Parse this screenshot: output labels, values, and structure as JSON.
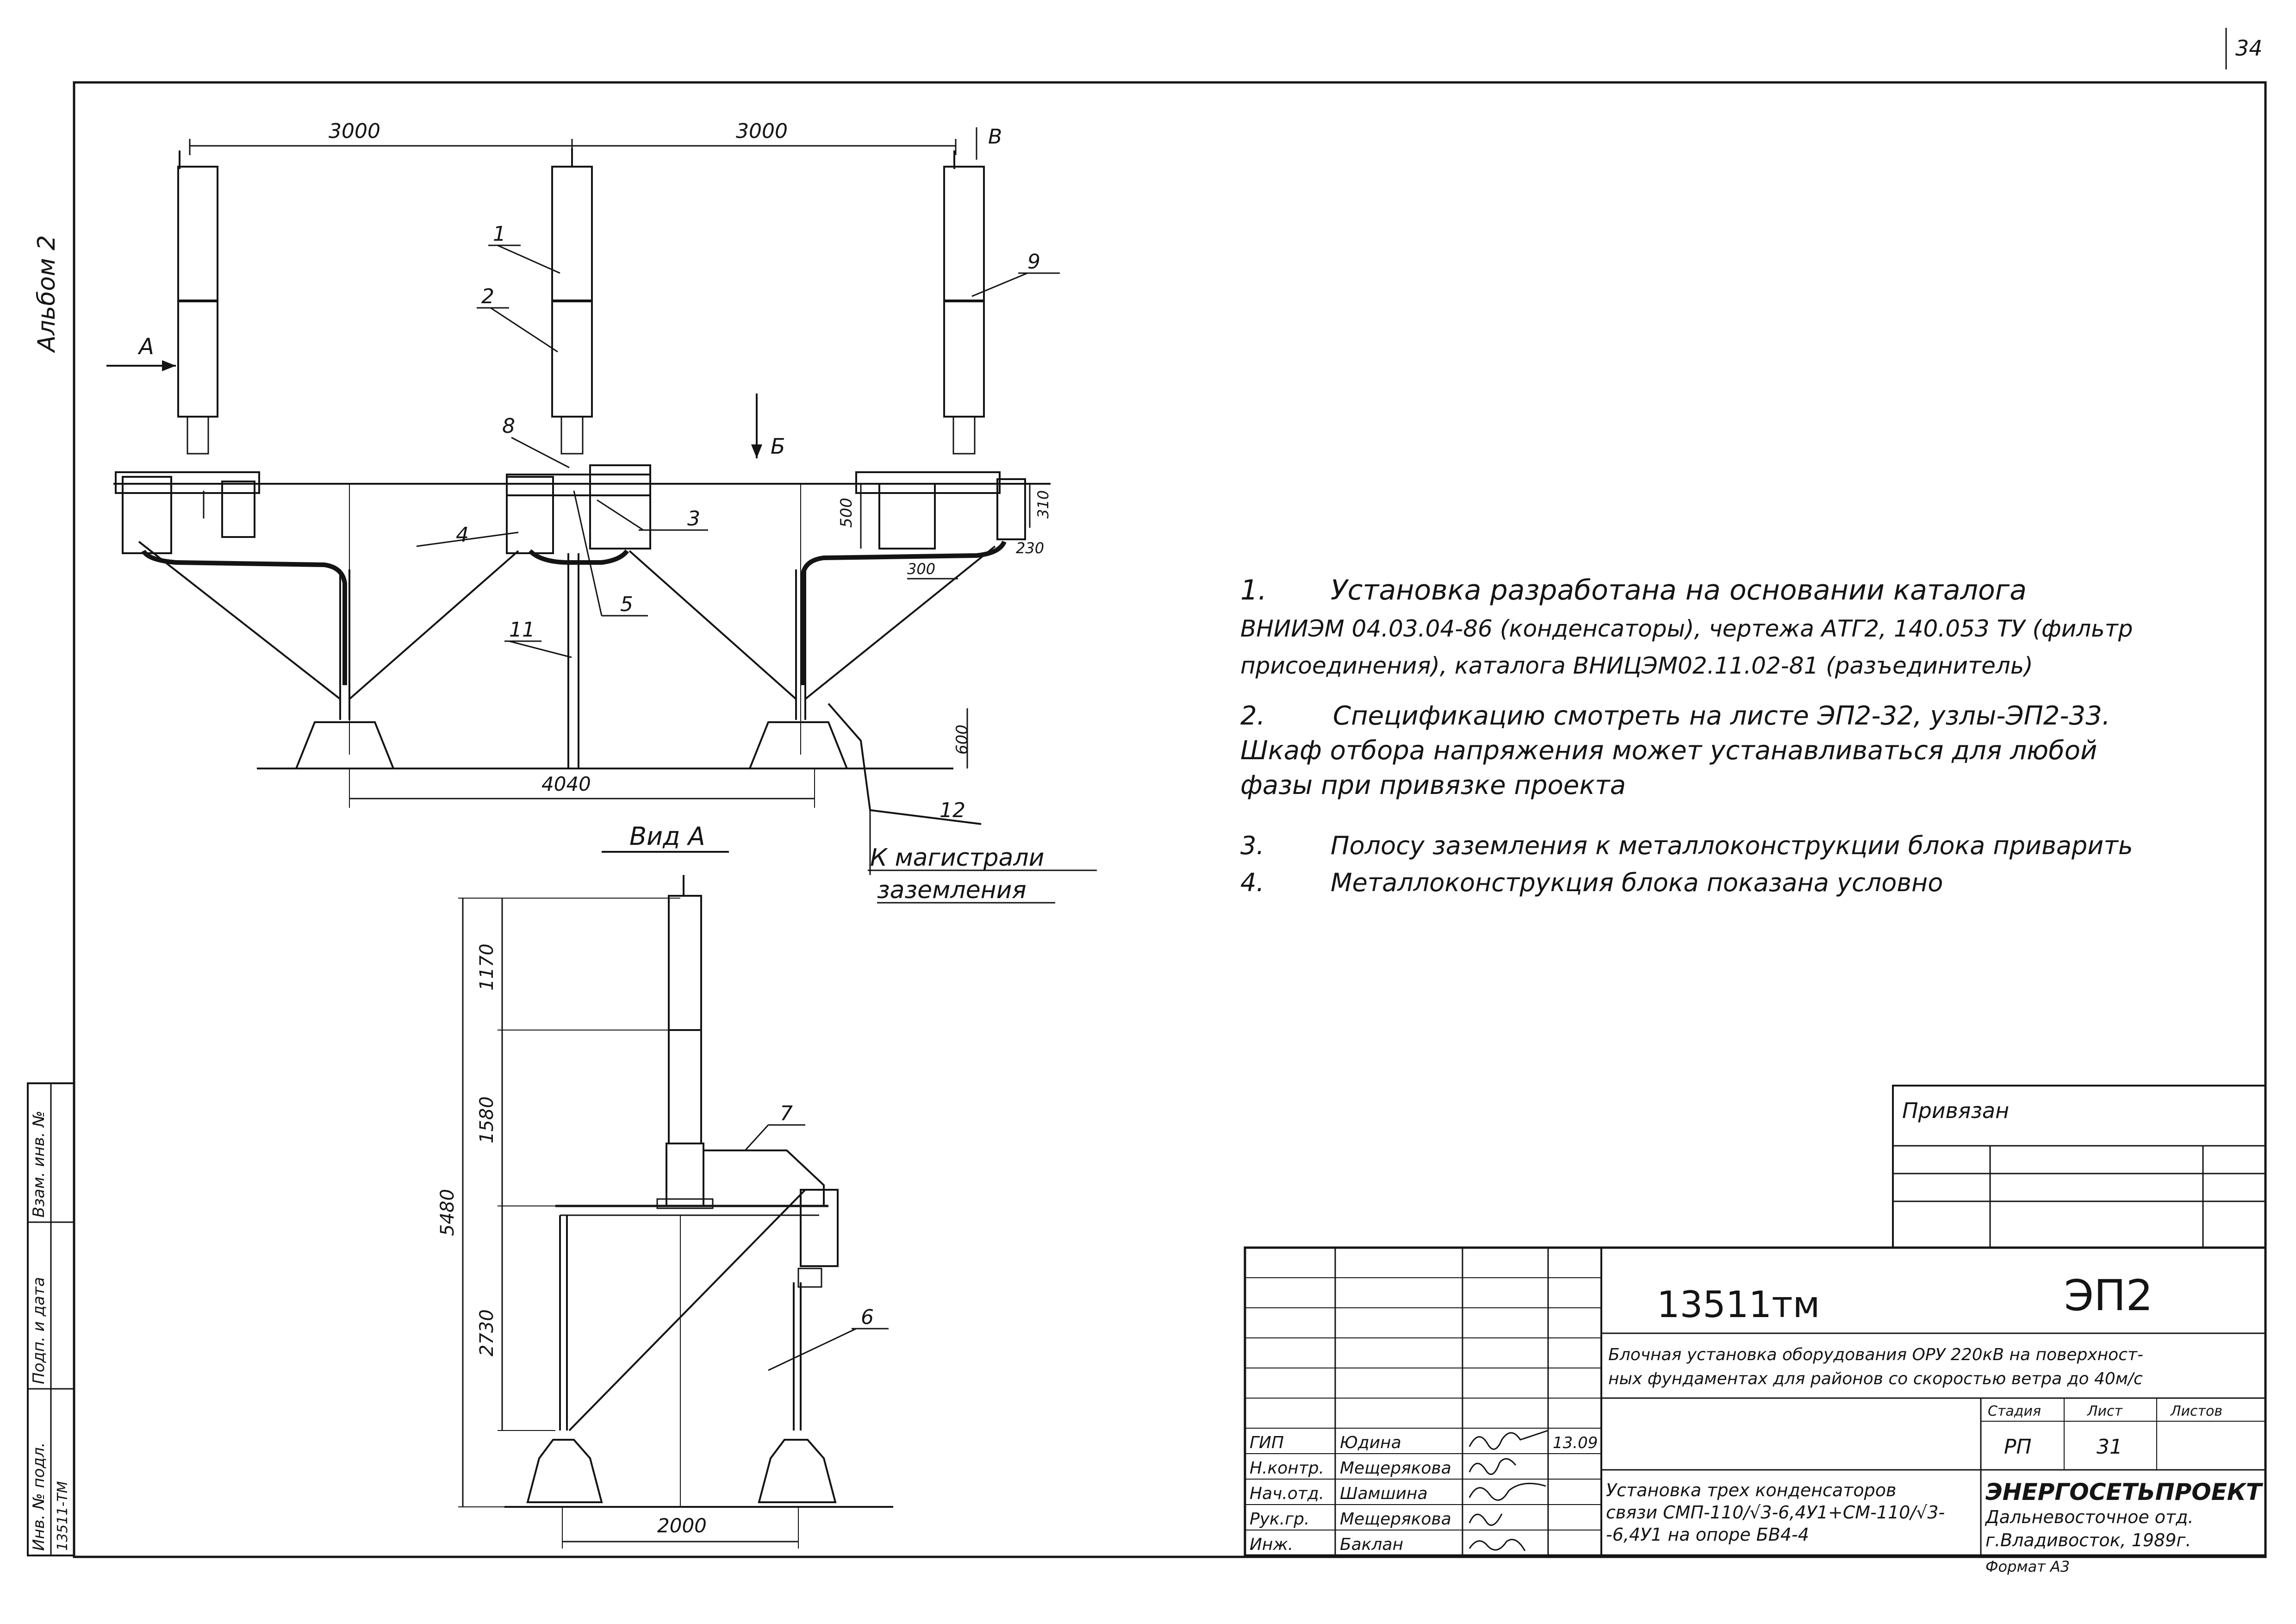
{
  "page_number": "34",
  "album_label": "Альбом 2",
  "front_view": {
    "dim_left": "3000",
    "dim_right": "3000",
    "dim_base": "4040",
    "dim_box_height": "500",
    "dim_cabinet": "310",
    "dim_offset_1": "230",
    "dim_offset_2": "300",
    "dim_foundation": "600",
    "view_arrow_a": "А",
    "view_arrow_b": "Б",
    "view_arrow_v": "В",
    "callouts": [
      "1",
      "2",
      "3",
      "4",
      "5",
      "8",
      "9",
      "11",
      "12"
    ],
    "ground_label_line1": "К магистрали",
    "ground_label_line2": "заземления"
  },
  "view_a": {
    "title": "Вид А",
    "dim_total": "5480",
    "dim_1": "1170",
    "dim_2": "1580",
    "dim_3": "2730",
    "dim_base": "2000",
    "callouts": [
      "6",
      "7"
    ]
  },
  "notes": [
    {
      "number": "1.",
      "lines": [
        "Установка разработана на основании каталога",
        "ВНИИЭМ 04.03.04-86 (конденсаторы), чертежа АТГ2, 140.053 ТУ (фильтр",
        "присоединения), каталога ВНИЦЭМ02.11.02-81 (разъединитель)"
      ]
    },
    {
      "number": "2.",
      "lines": [
        "Спецификацию смотреть на листе ЭП2-32, узлы-ЭП2-33.",
        "Шкаф отбора напряжения может устанавливаться для любой",
        "фазы при привязке проекта"
      ]
    },
    {
      "number": "3.",
      "lines": [
        "Полосу заземления к металлоконструкции блока приварить"
      ]
    },
    {
      "number": "4.",
      "lines": [
        "Металлоконструкция блока показана условно"
      ]
    }
  ],
  "binding_table": {
    "label": "Привязан"
  },
  "side_stamp": {
    "labels": [
      "Инв. № подл.",
      "Подп. и дата",
      "Взам. инв. №"
    ],
    "values": [
      "13511-ТМ",
      ""
    ]
  },
  "title_block": {
    "doc_code": "13511тм",
    "sheet_code": "ЭП2",
    "project_title": "Блочная установка оборудования ОРУ 220кВ на поверхност-ных фундаментах для районов со скоростью ветра до 40м/с",
    "project_title_line1": "Блочная установка оборудования ОРУ 220кВ на поверхност-",
    "project_title_line2": "ных фундаментах для районов со скоростью ветра до 40м/с",
    "stage_header": "Стадия",
    "sheet_header": "Лист",
    "sheets_header": "Листов",
    "stage": "РП",
    "sheet": "31",
    "sheets": "",
    "signatures": [
      {
        "role": "ГИП",
        "name": "Юдина",
        "date": "13.09"
      },
      {
        "role": "Н.контр.",
        "name": "Мещерякова",
        "date": ""
      },
      {
        "role": "Нач.отд.",
        "name": "Шамшина",
        "date": ""
      },
      {
        "role": "Рук.гр.",
        "name": "Мещерякова",
        "date": ""
      },
      {
        "role": "Инж.",
        "name": "Баклан",
        "date": ""
      }
    ],
    "drawing_name_line1": "Установка трех конденсаторов",
    "drawing_name_line2": "связи СМП-110/√3-6,4У1+СМ-110/√3-",
    "drawing_name_line3": "-6,4У1 на опоре БВ4-4",
    "organization": "ЭНЕРГОСЕТЬПРОЕКТ",
    "branch_line1": "Дальневосточное отд.",
    "branch_line2": "г.Владивосток, 1989г.",
    "format": "Формат А3"
  }
}
